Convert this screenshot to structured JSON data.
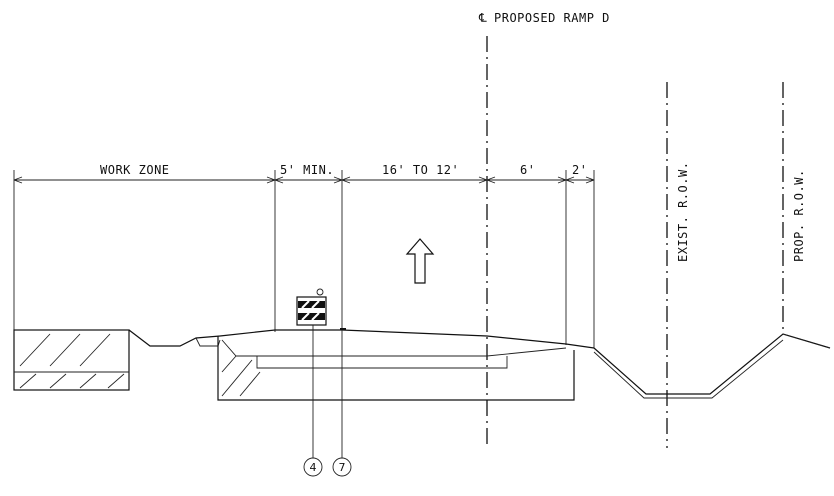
{
  "centerline_label": "PROPOSED RAMP D",
  "centerline_symbol": "℄",
  "dimensions": {
    "work_zone": "WORK ZONE",
    "min_offset": "5' MIN.",
    "lane_width": "16' TO 12'",
    "shoulder": "6'",
    "gutter": "2'"
  },
  "row_labels": {
    "existing": "EXIST. R.O.W.",
    "proposed": "PROP. R.O.W."
  },
  "callouts": [
    "4",
    "7"
  ],
  "direction_arrow": "up-arrow-icon"
}
